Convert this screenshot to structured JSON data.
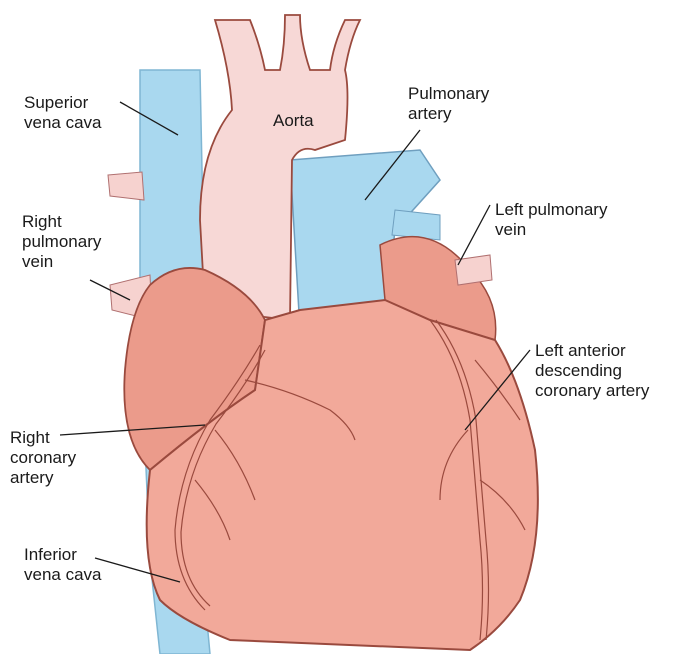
{
  "labels": {
    "superior_vena_cava": [
      "Superior",
      "vena cava"
    ],
    "aorta": [
      "Aorta"
    ],
    "pulmonary_artery": [
      "Pulmonary",
      "artery"
    ],
    "right_pulmonary_vein": [
      "Right",
      "pulmonary",
      "vein"
    ],
    "left_pulmonary_vein": [
      "Left pulmonary",
      "vein"
    ],
    "left_anterior_descending": [
      "Left anterior",
      "descending",
      "coronary artery"
    ],
    "right_coronary_artery": [
      "Right",
      "coronary",
      "artery"
    ],
    "inferior_vena_cava": [
      "Inferior",
      "vena cava"
    ]
  },
  "colors": {
    "heart_fill": "#f2a99a",
    "heart_stroke": "#9a4a3e",
    "vessel_blue": "#a9d8ef",
    "aorta_fill": "#f7d8d6",
    "artery_line": "#fbe4dd",
    "atrium_fill": "#eb9b8b"
  }
}
